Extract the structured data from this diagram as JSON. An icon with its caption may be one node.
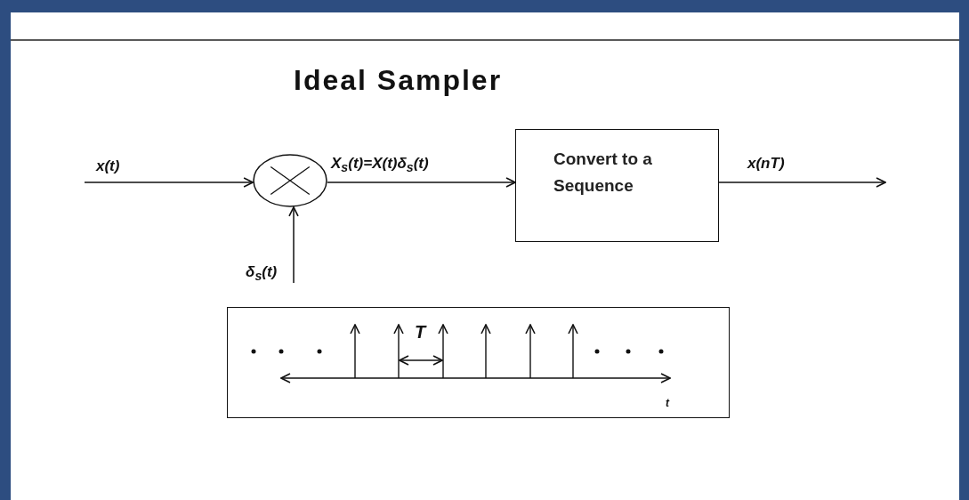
{
  "diagram": {
    "title": "Ideal Sampler",
    "nodes": [
      {
        "text": [],
        "shape": "circle"
      },
      {
        "text": [
          "Convert to a Sequence"
        ]
      },
      {
        "text": [
          "T",
          "t"
        ]
      }
    ],
    "edges": [
      {
        "from": null,
        "to": 0,
        "arrow": "to",
        "label": "x(t)"
      },
      {
        "from": 0,
        "to": 1,
        "arrow": "to",
        "label": "X$_{s}$(t)=X(t)δ$_{s}$(t)"
      },
      {
        "from": null,
        "to": 0,
        "arrow": "to",
        "label": "δ$_{s}$(t)"
      },
      {
        "from": 1,
        "to": null,
        "arrow": "to",
        "label": "x(nT)"
      }
    ]
  }
}
